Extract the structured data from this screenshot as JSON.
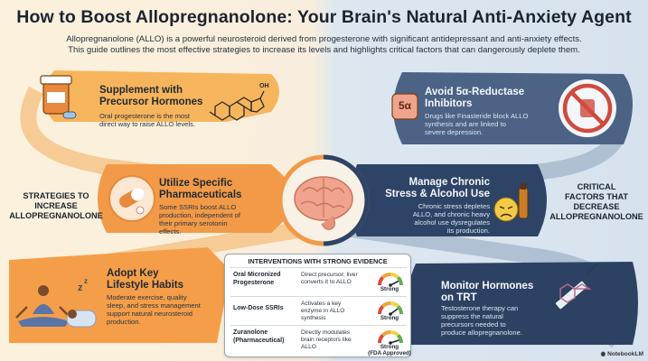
{
  "header": {
    "title": "How to Boost Allopregnanolone: Your Brain's Natural Anti-Anxiety Agent",
    "subtitle_line1": "Allopregnanolone (ALLO) is a powerful neurosteroid derived from progesterone with significant antidepressant and anti-anxiety effects.",
    "subtitle_line2": "This guide outlines the most effective strategies to increase its levels and highlights critical factors that can dangerously deplete them."
  },
  "left": {
    "label_lines": [
      "STRATEGIES TO",
      "INCREASE",
      "ALLOPREGNANOLONE"
    ],
    "cards": [
      {
        "title_lines": [
          "Supplement with",
          "Precursor Hormones"
        ],
        "text_lines": [
          "Oral progesterone is the most",
          "direct way to raise ALLO levels."
        ],
        "icon": "pill-bottle-icon"
      },
      {
        "title_lines": [
          "Utilize Specific",
          "Pharmaceuticals"
        ],
        "text_lines": [
          "Some SSRIs boost ALLO",
          "production, independent of",
          "their primary serotonin",
          "effects."
        ],
        "icon": "pill-icon"
      },
      {
        "title_lines": [
          "Adopt Key",
          "Lifestyle Habits"
        ],
        "text_lines": [
          "Moderate exercise, quality",
          "sleep, and stress management",
          "support natural neurosteroid",
          "production."
        ],
        "icon": "meditation-icon"
      }
    ],
    "molecule_label": "OH"
  },
  "right": {
    "label_lines": [
      "CRITICAL",
      "FACTORS THAT",
      "DECREASE",
      "ALLOPREGNANOLONE"
    ],
    "cards": [
      {
        "title_lines": [
          "Avoid 5α-Reductase",
          "Inhibitors"
        ],
        "text_lines": [
          "Drugs like Finasteride block ALLO",
          "synthesis and are linked to",
          "severe depression."
        ],
        "icon": "prohibited-icon",
        "badge": "5α"
      },
      {
        "title_lines": [
          "Manage Chronic",
          "Stress & Alcohol Use"
        ],
        "text_lines": [
          "Chronic stress depletes",
          "ALLO, and chronic heavy",
          "alcohol use dysregulates",
          "its production."
        ],
        "icon": "stressed-face-icon"
      },
      {
        "title_lines": [
          "Monitor Hormones",
          "on TRT"
        ],
        "text_lines": [
          "Testosterone therapy can",
          "suppress the natural",
          "precursors needed to",
          "produce allopregnanolone."
        ],
        "icon": "syringe-icon"
      }
    ]
  },
  "table": {
    "title": "INTERVENTIONS WITH STRONG EVIDENCE",
    "rows": [
      {
        "name_lines": [
          "Oral Micronized",
          "Progesterone"
        ],
        "desc_lines": [
          "Direct precursor; liver",
          "converts it to ALLO"
        ],
        "rating_lines": [
          "Strong"
        ],
        "level": 0.85
      },
      {
        "name_lines": [
          "Low-Dose SSRIs"
        ],
        "desc_lines": [
          "Activates a key",
          "enzyme in ALLO",
          "synthesis"
        ],
        "rating_lines": [
          "Strong"
        ],
        "level": 0.8
      },
      {
        "name_lines": [
          "Zuranolone",
          "(Pharmaceutical)"
        ],
        "desc_lines": [
          "Directly modulates",
          "brain receptors like",
          "ALLO"
        ],
        "rating_lines": [
          "Strong",
          "(FDA Approved)"
        ],
        "level": 0.9
      }
    ]
  },
  "brand": "NotebookLM",
  "colors": {
    "orange": "#f5a54a",
    "orange_dark": "#f18f3b",
    "navy": "#2f4566",
    "navy_light": "#4a6183",
    "brain": "#f0a08a"
  }
}
